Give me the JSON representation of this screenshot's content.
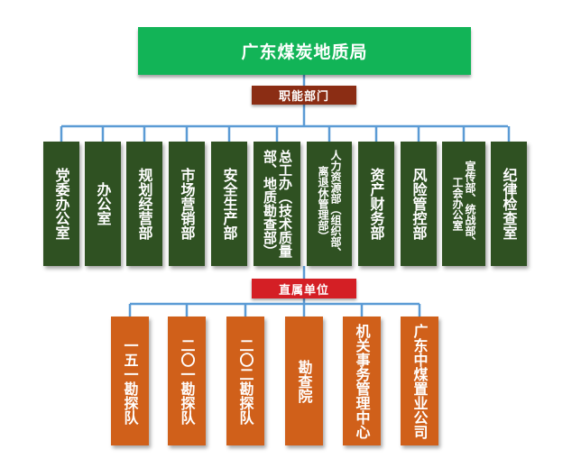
{
  "root": {
    "title": "广东煤炭地质局"
  },
  "categories": {
    "functional": "职能部门",
    "direct": "直属单位"
  },
  "departments": [
    {
      "lines": [
        "党委办公室"
      ]
    },
    {
      "lines": [
        "办公室"
      ]
    },
    {
      "lines": [
        "规划经营部"
      ]
    },
    {
      "lines": [
        "市场营销部"
      ]
    },
    {
      "lines": [
        "安全生产部"
      ]
    },
    {
      "lines": [
        "部、地质勘查部）",
        "总工办（技术质量"
      ]
    },
    {
      "lines": [
        "离退休管理部）",
        "人力资源部（组织部、"
      ]
    },
    {
      "lines": [
        "资产财务部"
      ]
    },
    {
      "lines": [
        "风险管控部"
      ]
    },
    {
      "lines": [
        "工会办公室",
        "宣传部、统战部、"
      ]
    },
    {
      "lines": [
        "纪律检查室"
      ]
    }
  ],
  "units": [
    {
      "lines": [
        "一五一勘探队"
      ]
    },
    {
      "lines": [
        "二〇一勘探队"
      ]
    },
    {
      "lines": [
        "二〇二勘探队"
      ]
    },
    {
      "lines": [
        "勘查院"
      ]
    },
    {
      "lines": [
        "机关事务管理中心"
      ]
    },
    {
      "lines": [
        "广东中煤置业公司"
      ]
    }
  ],
  "colors": {
    "root": "#12b457",
    "category_functional": "#8b2d14",
    "category_direct": "#d41f25",
    "department": "#2f5122",
    "unit": "#d0601a",
    "connector": "#5b9bd5"
  }
}
